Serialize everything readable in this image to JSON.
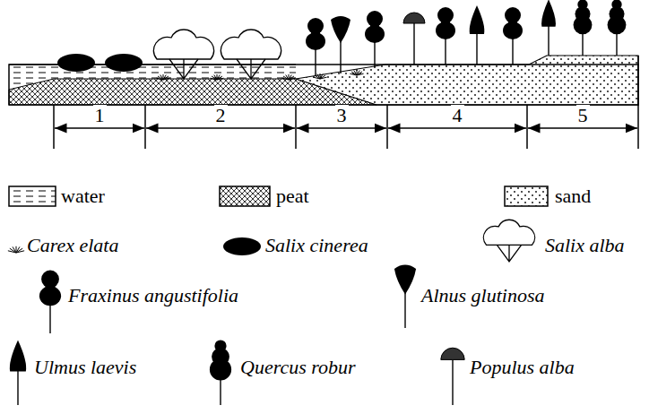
{
  "diagram": {
    "labels": [
      "1",
      "2",
      "3",
      "4",
      "5"
    ],
    "legend": [
      {
        "text": "water"
      },
      {
        "text": "peat"
      },
      {
        "text": "sand"
      },
      {
        "text": "Carex elata"
      },
      {
        "text": "Salix cinerea"
      },
      {
        "text": "Salix alba"
      },
      {
        "text": "Fraxinus angustifolia"
      },
      {
        "text": "Alnus glutinosa"
      },
      {
        "text": "Ulmus laevis"
      },
      {
        "text": "Quercus robur"
      },
      {
        "text": "Populus alba"
      }
    ]
  }
}
